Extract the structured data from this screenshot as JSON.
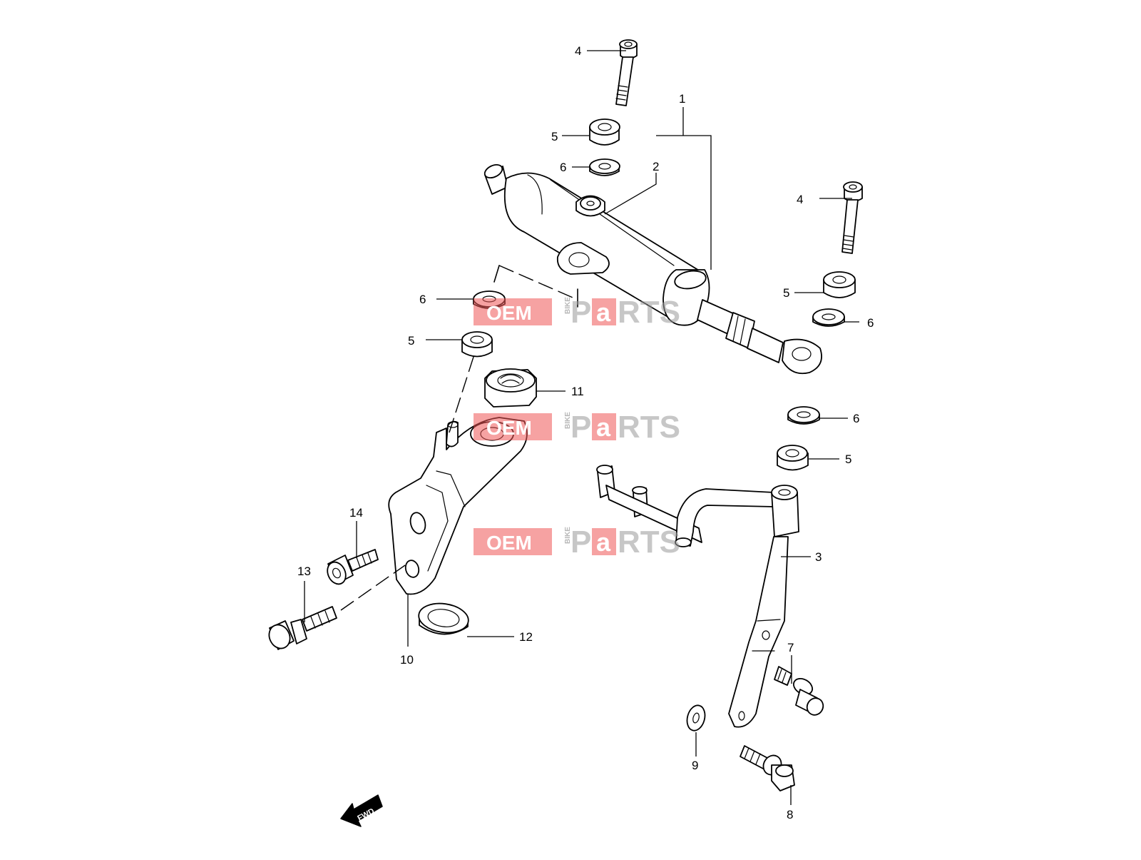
{
  "callouts": [
    {
      "id": "c1",
      "label": "1"
    },
    {
      "id": "c2",
      "label": "2"
    },
    {
      "id": "c3",
      "label": "3"
    },
    {
      "id": "c4a",
      "label": "4"
    },
    {
      "id": "c4b",
      "label": "4"
    },
    {
      "id": "c5a",
      "label": "5"
    },
    {
      "id": "c5b",
      "label": "5"
    },
    {
      "id": "c5c",
      "label": "5"
    },
    {
      "id": "c5d",
      "label": "5"
    },
    {
      "id": "c6a",
      "label": "6"
    },
    {
      "id": "c6b",
      "label": "6"
    },
    {
      "id": "c6c",
      "label": "6"
    },
    {
      "id": "c6d",
      "label": "6"
    },
    {
      "id": "c7",
      "label": "7"
    },
    {
      "id": "c8",
      "label": "8"
    },
    {
      "id": "c9",
      "label": "9"
    },
    {
      "id": "c10",
      "label": "10"
    },
    {
      "id": "c11",
      "label": "11"
    },
    {
      "id": "c12",
      "label": "12"
    },
    {
      "id": "c13",
      "label": "13"
    },
    {
      "id": "c14",
      "label": "14"
    }
  ],
  "watermark": {
    "oem": "OEM",
    "bike": "BIKE",
    "p": "P",
    "a": "a",
    "rts": "RTS"
  },
  "fwd_label": "FWD",
  "colors": {
    "watermark_red": "#ee5555",
    "watermark_grey": "#9a9a9a",
    "line": "#000000",
    "background": "#ffffff"
  }
}
